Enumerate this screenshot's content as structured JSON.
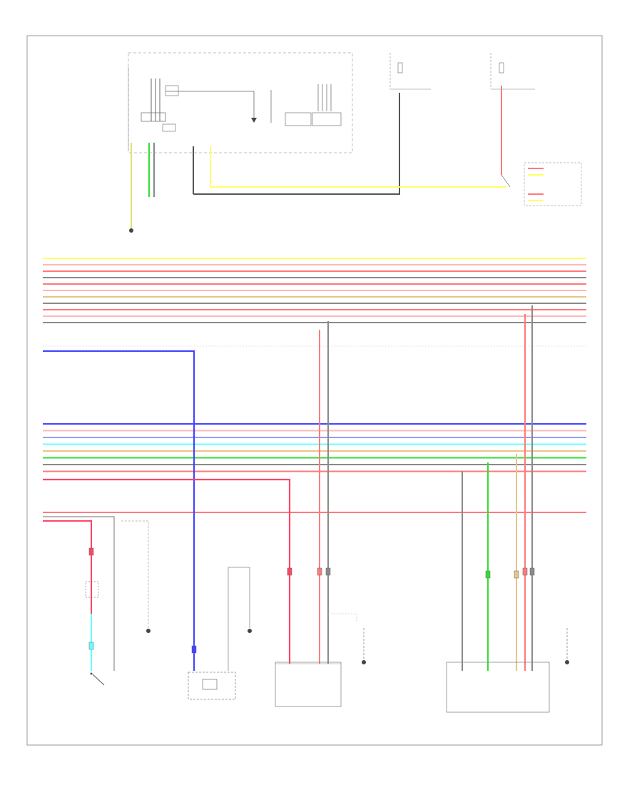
{
  "diagram": {
    "footer": "",
    "colors": {
      "frame": "#999999",
      "yellow": "#ffff66",
      "red": "#ff7a7a",
      "pink": "#ffb8b8",
      "gray": "#8a8a8a",
      "dark": "#555555",
      "tan": "#e6c48a",
      "blue": "#4444ff",
      "lightblue": "#9999ff",
      "cyan": "#66ffff",
      "green": "#33dd33",
      "lightgreen": "#aaffaa",
      "deepred": "#ff4466"
    },
    "bus_wires": [
      {
        "color": "yellow",
        "tag": "",
        "tag_right": ""
      },
      {
        "color": "pink",
        "tag": "",
        "tag_right": ""
      },
      {
        "color": "red",
        "tag": "",
        "tag_right": ""
      },
      {
        "color": "gray",
        "tag": "",
        "tag_right": ""
      },
      {
        "color": "red",
        "tag": "",
        "tag_right": ""
      },
      {
        "color": "pink",
        "tag": "",
        "tag_right": ""
      },
      {
        "color": "tan",
        "tag": "",
        "tag_right": ""
      },
      {
        "color": "gray",
        "tag": "",
        "tag_right": ""
      },
      {
        "color": "red",
        "tag": "",
        "tag_right": ""
      },
      {
        "color": "pink",
        "tag": "",
        "tag_right": ""
      },
      {
        "color": "gray",
        "tag": "",
        "tag_right": ""
      }
    ],
    "lower_bus_wires": [
      {
        "color": "blue",
        "tag": "",
        "tag_right": ""
      },
      {
        "color": "pink",
        "tag": "",
        "tag_right": ""
      },
      {
        "color": "lightblue",
        "tag": "",
        "tag_right": ""
      },
      {
        "color": "cyan",
        "tag": "",
        "tag_right": ""
      },
      {
        "color": "tan",
        "tag": "",
        "tag_right": ""
      },
      {
        "color": "green",
        "tag": "",
        "tag_right": ""
      },
      {
        "color": "gray",
        "tag": "",
        "tag_right": ""
      },
      {
        "color": "red",
        "tag": "",
        "tag_right": ""
      }
    ],
    "components": [
      {
        "id": "meter-ecu",
        "label": ""
      },
      {
        "id": "fuse-1",
        "label": ""
      },
      {
        "id": "fuse-2",
        "label": ""
      },
      {
        "id": "main-connector",
        "label": ""
      },
      {
        "id": "ground-left",
        "label": ""
      },
      {
        "id": "splice-top",
        "label": ""
      },
      {
        "id": "notes",
        "label": ""
      },
      {
        "id": "door-switch-left",
        "label": ""
      },
      {
        "id": "ground-2",
        "label": ""
      },
      {
        "id": "power-window-master",
        "label": ""
      },
      {
        "id": "ground-3",
        "label": ""
      },
      {
        "id": "rf-door-lock",
        "label": ""
      },
      {
        "id": "ground-4",
        "label": ""
      },
      {
        "id": "lf-door-lock",
        "label": ""
      },
      {
        "id": "ground-5",
        "label": ""
      }
    ]
  }
}
